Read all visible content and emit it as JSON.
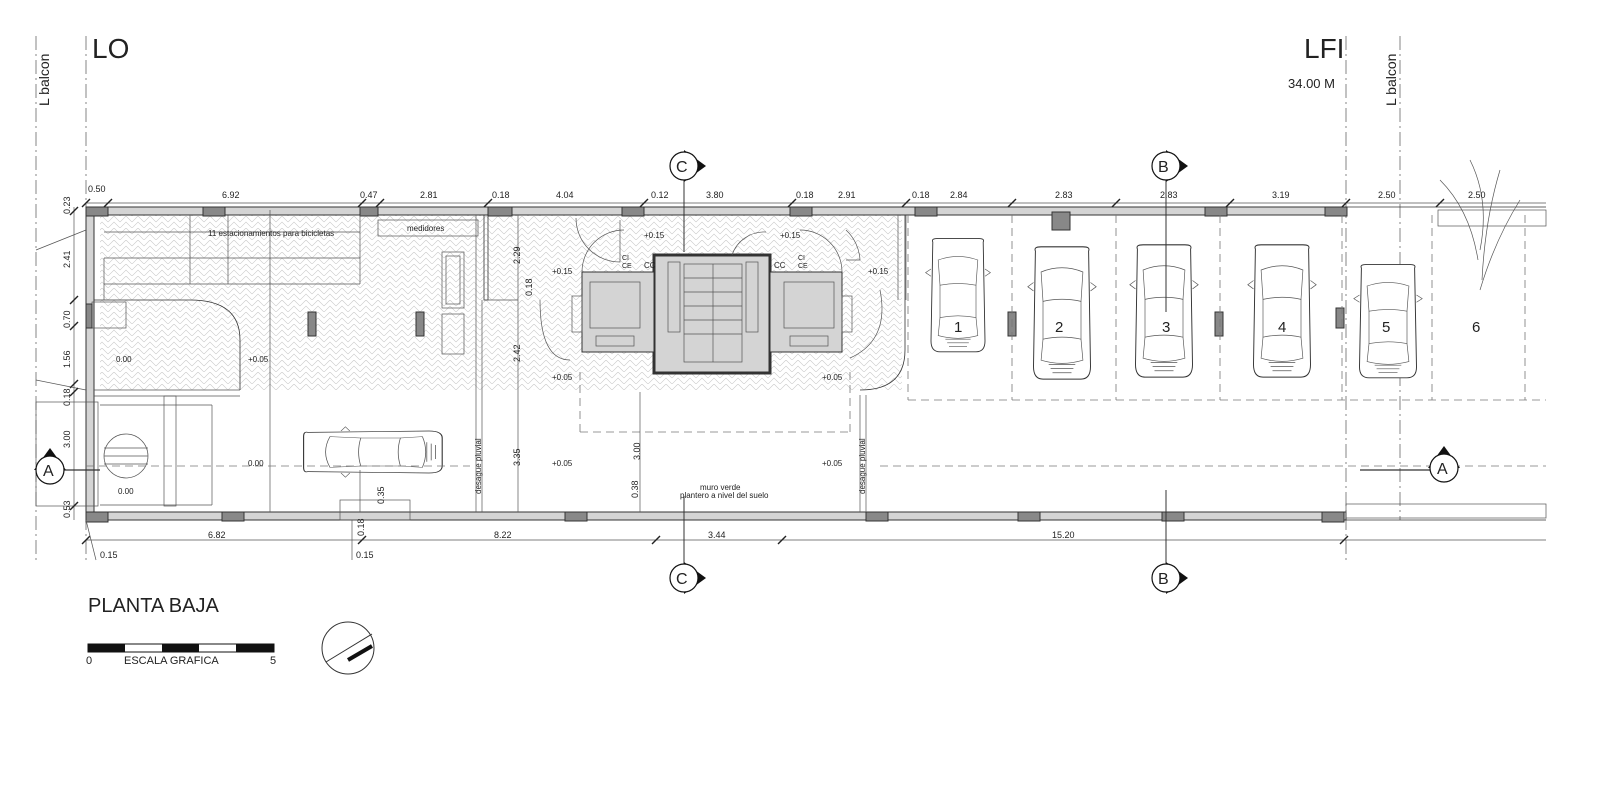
{
  "headings": {
    "lo": "LO",
    "lfi": "LFI",
    "lfi_distance": "34.00 M",
    "balcon_left": "L balcon",
    "balcon_right": "L balcon"
  },
  "plan_title": "PLANTA BAJA",
  "scale": {
    "label": "ESCALA GRAFICA",
    "min": "0",
    "max": "5"
  },
  "dimensions_top": [
    "0.50",
    "6.92",
    "0.47",
    "2.81",
    "0.18",
    "4.04",
    "0.12",
    "3.80",
    "0.18",
    "2.91",
    "0.18",
    "2.84",
    "2.83",
    "2.83",
    "3.19",
    "2.50",
    "2.50"
  ],
  "dimensions_bottom": [
    "0.15",
    "6.82",
    "0.15",
    "8.22",
    "3.44",
    "15.20"
  ],
  "dimensions_left": [
    "0.23",
    "2.41",
    "0.70",
    "1.56",
    "0.18",
    "3.00",
    "0.53"
  ],
  "dimensions_inner": [
    "2.29",
    "0.18",
    "2.42",
    "3.35",
    "3.00",
    "0.38",
    "0.35",
    "0.18"
  ],
  "levels": [
    "+0.15",
    "+0.15",
    "+0.15",
    "+0.15",
    "0.00",
    "+0.05",
    "+0.05",
    "+0.05",
    "0.00",
    "0.00",
    "+0.05",
    "+0.05"
  ],
  "labels": {
    "bicycles": "11 estacionamientos para bicicletas",
    "meters": "medidores",
    "drain_left": "desague pluvial",
    "drain_right": "desague pluvial",
    "green_wall_1": "muro verde",
    "green_wall_2": "plantero a nivel del suelo",
    "cc_left": "CC",
    "cc_right": "CC",
    "ci_left": "CI",
    "ce_left": "CE",
    "ci_right": "CI",
    "ce_right": "CE"
  },
  "parking_spaces": [
    "1",
    "2",
    "3",
    "4",
    "5",
    "6"
  ],
  "section_markers": {
    "c_top": "C",
    "c_bottom": "C",
    "b_top": "B",
    "b_bottom": "B",
    "a_left": "A",
    "a_right": "A"
  }
}
